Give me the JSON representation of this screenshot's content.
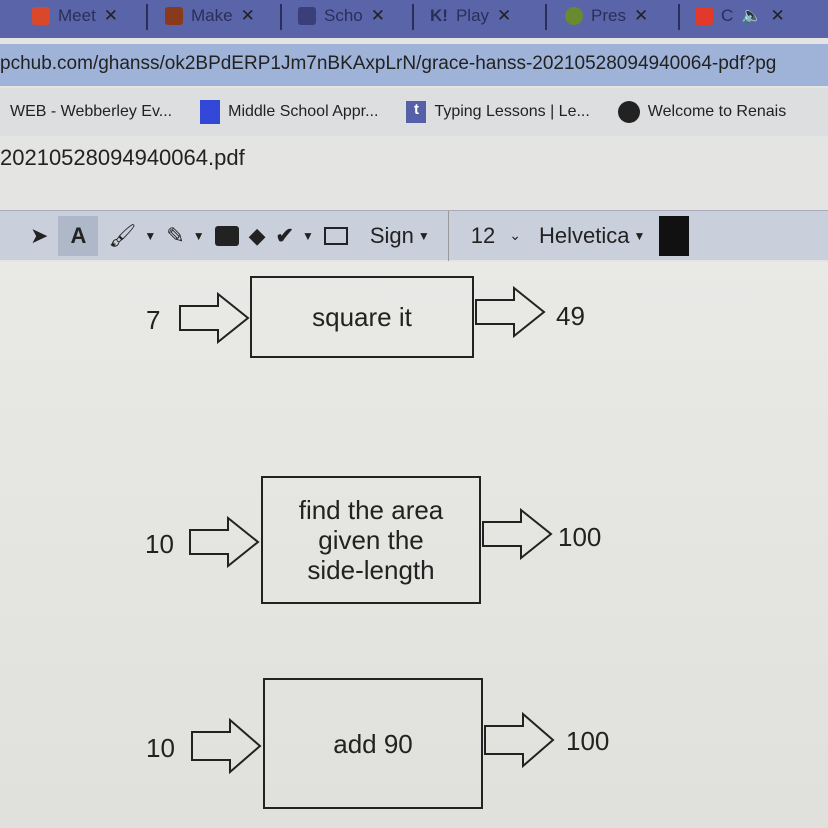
{
  "tabs": [
    {
      "label": "Meet",
      "color": "#d9482b"
    },
    {
      "label": "Make",
      "color": "#8a3a1c"
    },
    {
      "label": "Scho",
      "color": "#3a3f7a"
    },
    {
      "label": "Play",
      "color": "#333"
    },
    {
      "label": "Pres",
      "color": "#6a8a30"
    },
    {
      "label": "C",
      "color": "#e23a2a"
    }
  ],
  "url": "pchub.com/ghanss/ok2BPdERP1Jm7nBKAxpLrN/grace-hanss-20210528094940064-pdf?pg",
  "bookmarks": [
    {
      "label": "WEB - Webberley Ev..."
    },
    {
      "label": "Middle School Appr..."
    },
    {
      "label": "Typing Lessons | Le..."
    },
    {
      "label": "Welcome to Renais"
    }
  ],
  "doc_title": "20210528094940064.pdf",
  "toolbar": {
    "sign": "Sign",
    "font_size": "12",
    "font": "Helvetica"
  },
  "machines": [
    {
      "input": "7",
      "rule": "square it",
      "output": "49"
    },
    {
      "input": "10",
      "rule": "find the area given the side-length",
      "output": "100"
    },
    {
      "input": "10",
      "rule": "add 90",
      "output": "100"
    }
  ]
}
